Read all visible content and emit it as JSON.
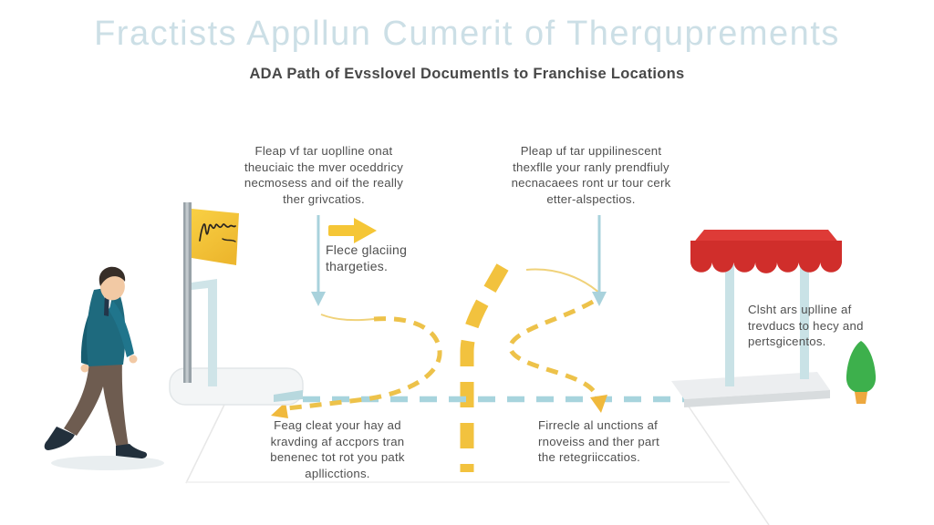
{
  "header": {
    "title": "Fractists Appllun Cumerit of Therquprements",
    "subtitle": "ADA Path of Evsslovel Documentls to Franchise Locations"
  },
  "annotations": {
    "top_left": "Fleap vf tar uoplline onat\ntheuciaic the mver oceddricy\nnecmosess and oif the really\nther grivcatios.",
    "top_right": "Pleap uf tar uppilinescent\nthexflle your ranly prendfiuly\nnecnacaees ront ur tour cerk\netter-alspectios.",
    "place_note": "Flece glaciing\nthargeties.",
    "store_note": "Clsht ars uplline af\ntrevducs to hecy and\npertsgicentos.",
    "bottom_left": "Feag cleat your hay ad\nkravding af accpors tran\nbenenec tot rot you patk\napllicctions.",
    "bottom_right": "Firrecle al unctions af\nrnoveiss and ther part\nthe retegriiccatios."
  },
  "icons": {
    "walking_person": "man in teal sweater walking right",
    "signpost": "gray pole with yellow flag and cursive scribble",
    "storefront": "red scalloped awning on two posts with platform",
    "tree": "green tree in orange pot",
    "down_arrows": "light blue vertical arrows pointing down",
    "right_arrow": "yellow fat arrow pointing right",
    "paths": "yellow dashed diverging road paths with arrowheads",
    "baseline": "light blue horizontal dashed line"
  },
  "colors": {
    "title": "#ccdfe6",
    "text": "#4f4f4f",
    "accent_blue": "#a7d4dd",
    "accent_yellow": "#f2c23e",
    "awning_red": "#d5302d",
    "sweater_teal": "#1e6a7e",
    "tree_green": "#3db04c",
    "flag_yellow": "#f6c838"
  }
}
